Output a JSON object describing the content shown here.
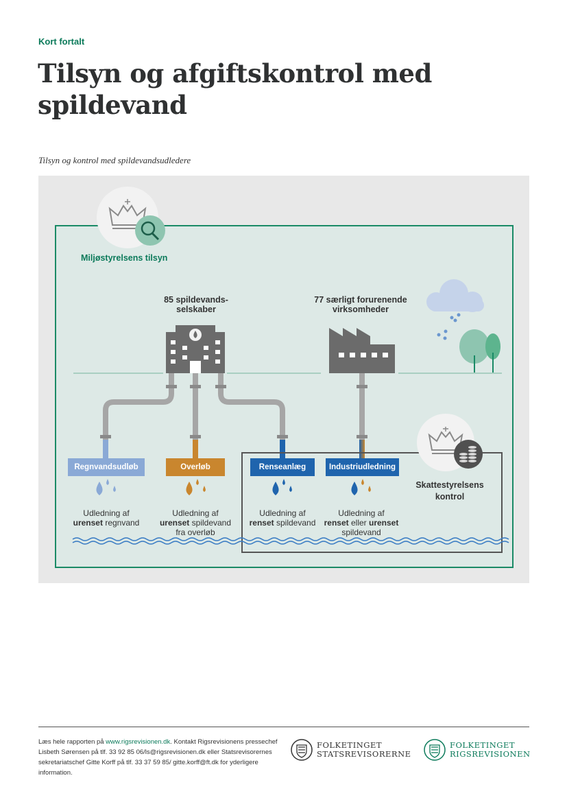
{
  "header": {
    "kicker": "Kort fortalt",
    "title": "Tilsyn og afgiftskontrol med spildevand"
  },
  "figure": {
    "caption": "Tilsyn og kontrol med spildevandsudledere",
    "miljo_label": "Miljøstyrelsens tilsyn",
    "skat_label_line1": "Skattestyrelsens",
    "skat_label_line2": "kontrol",
    "companies_line1": "85 spildevands-",
    "companies_line2": "selskaber",
    "industry_line1": "77 særligt forurenende",
    "industry_line2": "virksomheder",
    "outlets": [
      {
        "label": "Regnvandsudløb",
        "line1": "Udledning af",
        "line2_bold": "urenset",
        "line2_rest": " regnvand",
        "line3": ""
      },
      {
        "label": "Overløb",
        "line1": "Udledning af",
        "line2_bold": "urenset",
        "line2_rest": " spildevand",
        "line3": "fra overløb"
      },
      {
        "label": "Renseanlæg",
        "line1": "Udledning af",
        "line2_bold": "renset",
        "line2_rest": " spildevand",
        "line3": ""
      },
      {
        "label": "Industriudledning",
        "line1": "Udledning af",
        "line2_bold": "renset",
        "line2_mid": " eller ",
        "line2_bold2": "urenset",
        "line3": "spildevand"
      }
    ],
    "colors": {
      "background": "#e8e8e8",
      "miljo_area": "#dde9e6",
      "miljo_border": "#1a8a66",
      "regn": "#8aa9d6",
      "overlob": "#c9862e",
      "rense": "#1f64ad",
      "pipe": "#a6a6a6",
      "building": "#6b6b6b",
      "water": "#3a7cc4"
    },
    "icons": [
      "crown-icon",
      "magnifier-icon",
      "coins-icon",
      "cloud-icon",
      "rain-drops-icon",
      "tree-icon",
      "office-building-icon",
      "factory-icon",
      "water-drop-icon"
    ]
  },
  "footer": {
    "text_before_link": "Læs hele rapporten på ",
    "link": "www.rigsrevisionen.dk",
    "text_after_link": ". Kontakt Rigsrevisionens pressechef Lisbeth Sørensen på tlf. 33 92 85 06/ls@rigsrevisionen.dk eller Statsrevisorernes sekretariatschef Gitte Korff på tlf. 33 37 59 85/ gitte.korff@ft.dk for yderligere information.",
    "logo1_line1": "FOLKETINGET",
    "logo1_line2": "STATSREVISORERNE",
    "logo2_line1": "FOLKETINGET",
    "logo2_line2": "RIGSREVISIONEN"
  }
}
